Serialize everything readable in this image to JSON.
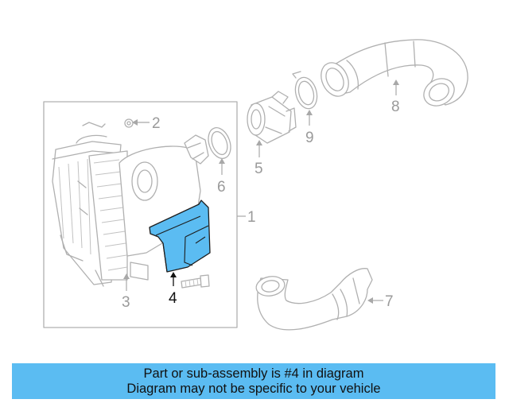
{
  "callouts": [
    {
      "id": "1",
      "label": "1"
    },
    {
      "id": "2",
      "label": "2"
    },
    {
      "id": "3",
      "label": "3"
    },
    {
      "id": "4",
      "label": "4"
    },
    {
      "id": "5",
      "label": "5"
    },
    {
      "id": "6",
      "label": "6"
    },
    {
      "id": "7",
      "label": "7"
    },
    {
      "id": "8",
      "label": "8"
    },
    {
      "id": "9",
      "label": "9"
    }
  ],
  "highlighted_part": "4",
  "colors": {
    "highlight_fill": "#5bbcf2",
    "banner_background": "#5bbcf2",
    "line_gray": "#b0b0b0"
  },
  "banner": {
    "line1": "Part or sub-assembly is #4 in diagram",
    "line2": "Diagram may not be specific to your vehicle"
  }
}
